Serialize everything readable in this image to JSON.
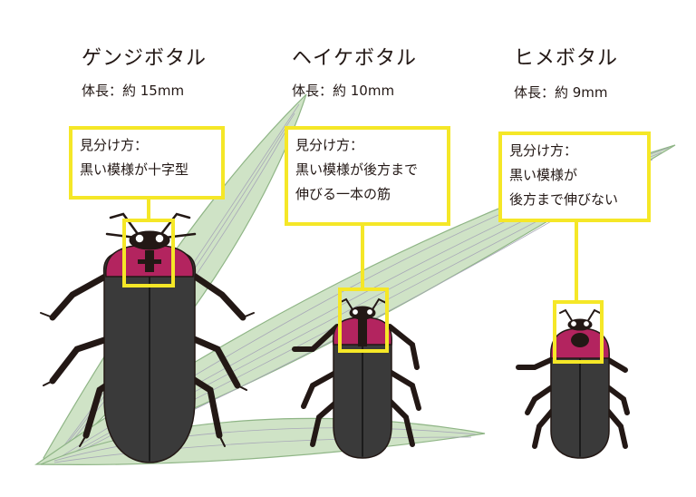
{
  "species": [
    {
      "name": "ゲンジボタル",
      "size": "体長：約 15mm",
      "callout": [
        "見分け方：",
        "黒い模様が十字型"
      ]
    },
    {
      "name": "ヘイケボタル",
      "size": "体長：約 10mm",
      "callout": [
        "見分け方：",
        "黒い模様が後方まで",
        "伸びる一本の筋"
      ]
    },
    {
      "name": "ヒメボタル",
      "size": "体長：約 9mm",
      "callout": [
        "見分け方：",
        "黒い模様が",
        "後方まで伸びない"
      ]
    }
  ],
  "colors": {
    "highlight": "#f5e727",
    "pronotum": "#b3245f",
    "body": "#3a3a3a",
    "leaf": "#cfe3c6",
    "leaf_vein": "#9a9aa8"
  }
}
